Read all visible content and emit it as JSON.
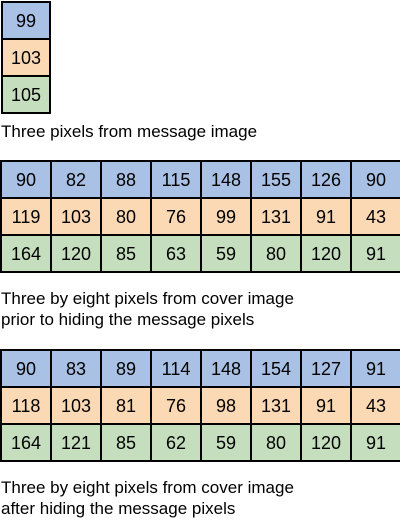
{
  "colors": {
    "row_0": "#a9c1e4",
    "row_1": "#fcd9b5",
    "row_2": "#c5dfbe"
  },
  "message_pixels": [
    "99",
    "103",
    "105"
  ],
  "message_caption": "Three pixels from message image",
  "cover_before": {
    "rows": [
      [
        "90",
        "82",
        "88",
        "115",
        "148",
        "155",
        "126",
        "90"
      ],
      [
        "119",
        "103",
        "80",
        "76",
        "99",
        "131",
        "91",
        "43"
      ],
      [
        "164",
        "120",
        "85",
        "63",
        "59",
        "80",
        "120",
        "91"
      ]
    ],
    "caption_line1": "Three by eight pixels from cover image",
    "caption_line2": "prior to hiding the message pixels"
  },
  "cover_after": {
    "rows": [
      [
        "90",
        "83",
        "89",
        "114",
        "148",
        "154",
        "127",
        "91"
      ],
      [
        "118",
        "103",
        "81",
        "76",
        "98",
        "131",
        "91",
        "43"
      ],
      [
        "164",
        "121",
        "85",
        "62",
        "59",
        "80",
        "120",
        "91"
      ]
    ],
    "caption_line1": "Three by eight pixels from cover image",
    "caption_line2": "after hiding the message pixels"
  }
}
